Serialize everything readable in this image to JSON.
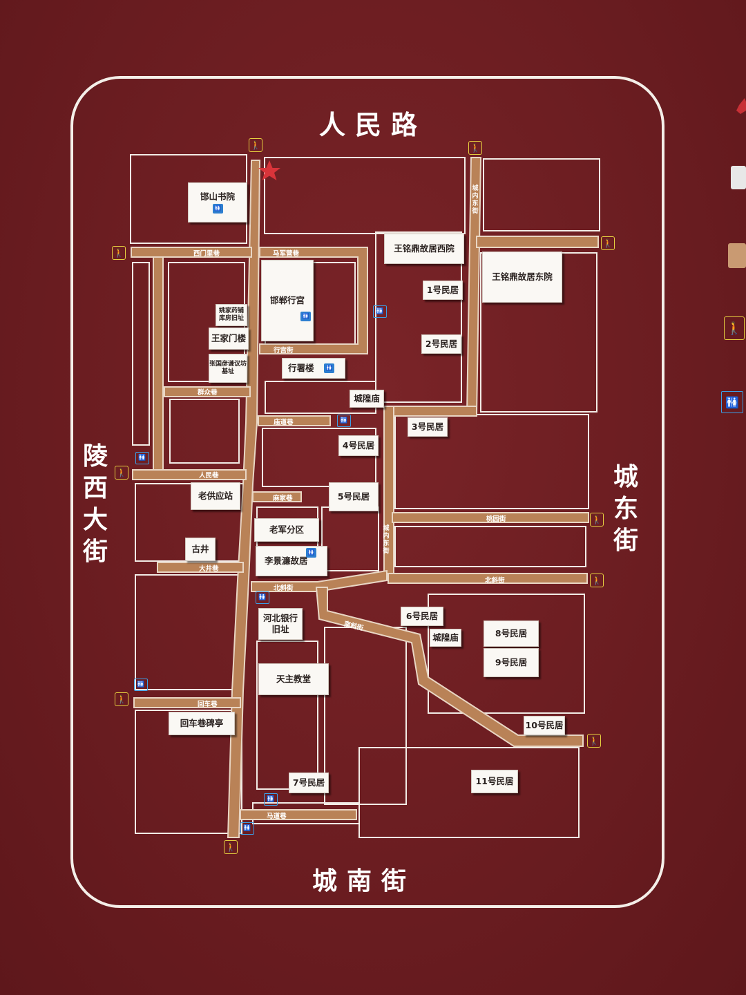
{
  "roads": {
    "north": "人民路",
    "south": "城南街",
    "west": "陵西大街",
    "east": "城东街"
  },
  "streets": {
    "ximenli": "西门里巷",
    "majunying": "马军营巷",
    "xinggong": "行宫街",
    "qunzhong": "群众巷",
    "miaodao": "庙道巷",
    "renmin": "人民巷",
    "majia": "麻家巷",
    "dajing": "大井巷",
    "beixie_w": "北斜街",
    "beixie_e": "北斜街",
    "nanxie": "南斜街",
    "taoyuan": "桃园街",
    "huiche": "回车巷",
    "madao": "马道巷",
    "chengnei_n": "城内东街",
    "chengnei_s": "城内东街"
  },
  "places": {
    "hanshan": "邯山书院",
    "handan_xinggong": "邯郸行宫",
    "yaopu": "姚家药铺库房旧址",
    "wangjia": "王家门楼",
    "zhangguoyan": "张国彦谦议坊基址",
    "xingshu": "行署楼",
    "wang_west": "王铭鼎故居西院",
    "wang_east": "王铭鼎故居东院",
    "m1": "1号民居",
    "m2": "2号民居",
    "chenghuang1": "城隍庙",
    "m3": "3号民居",
    "m4": "4号民居",
    "m5": "5号民居",
    "laogong": "老供应站",
    "laojun": "老军分区",
    "guojing": "古井",
    "lijinglian": "李景濂故居",
    "hebei_bank": "河北银行旧址",
    "m6": "6号民居",
    "chenghuang2": "城隍庙",
    "m8": "8号民居",
    "m9": "9号民居",
    "tianzhu": "天主教堂",
    "huiche_pavilion": "回车巷碑亭",
    "m10": "10号民居",
    "m7": "7号民居",
    "m11": "11号民居"
  },
  "icons": {
    "pedestrian": "pedestrian-entrance-icon",
    "toilet": "restroom-icon",
    "star": "you-are-here-star-icon",
    "ped_glyph": "🚶",
    "wc_glyph": "🚻"
  },
  "colors": {
    "board": "#6e1f22",
    "road": "#b98257",
    "ped": "#e6d040",
    "wc": "#3aa0e8",
    "star": "#d9343a"
  }
}
